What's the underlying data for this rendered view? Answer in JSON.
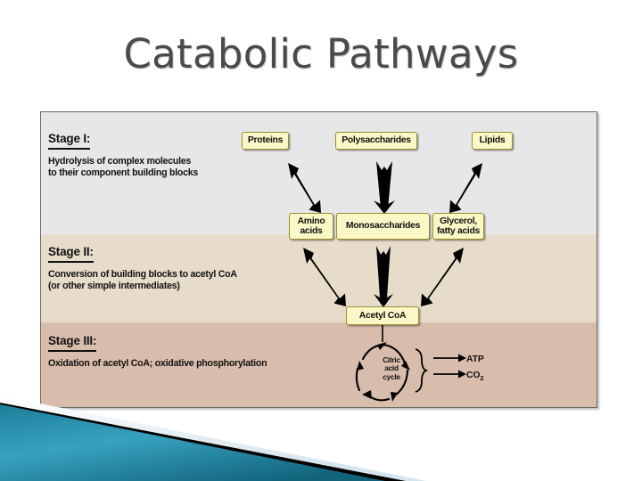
{
  "slide": {
    "title": "Catabolic Pathways",
    "title_color": "#4a4a4a",
    "background_color": "#ffffff"
  },
  "diagram": {
    "frame_border_color": "#6d6a66",
    "bands": [
      {
        "name": "stage-i",
        "color": "#e7e7e9"
      },
      {
        "name": "stage-ii",
        "color": "#e7dcc9"
      },
      {
        "name": "stage-iii",
        "color": "#d9bdac"
      }
    ],
    "stages": [
      {
        "heading": "Stage I:",
        "description": "Hydrolysis of complex molecules\nto their component building blocks"
      },
      {
        "heading": "Stage II:",
        "description": "Conversion of building blocks to acetyl CoA\n(or other simple intermediates)"
      },
      {
        "heading": "Stage III:",
        "description": "Oxidation of acetyl CoA; oxidative phosphorylation"
      }
    ],
    "boxes": {
      "fill_color": "#fbf8c8",
      "border_color": "#9b8b2e",
      "row1": [
        {
          "name": "proteins",
          "label": "Proteins"
        },
        {
          "name": "polysaccharides",
          "label": "Polysaccharides"
        },
        {
          "name": "lipids",
          "label": "Lipids"
        }
      ],
      "row2": [
        {
          "name": "amino-acids",
          "label": "Amino\nacids"
        },
        {
          "name": "monosaccharides",
          "label": "Monosaccharides"
        },
        {
          "name": "glycerol-fatty-acids",
          "label": "Glycerol,\nfatty acids"
        }
      ],
      "hub": {
        "name": "acetyl-coa",
        "label": "Acetyl CoA"
      }
    },
    "cycle": {
      "label": "Citric\nacid\ncycle",
      "products": [
        {
          "name": "atp",
          "label": "ATP"
        },
        {
          "name": "co2",
          "label": "CO",
          "subscript": "2"
        }
      ]
    }
  },
  "decoration": {
    "teal_color": "#2389a8",
    "teal_dark": "#1b7793",
    "stripe_color": "#000000",
    "pale_color": "#e4edf4"
  }
}
